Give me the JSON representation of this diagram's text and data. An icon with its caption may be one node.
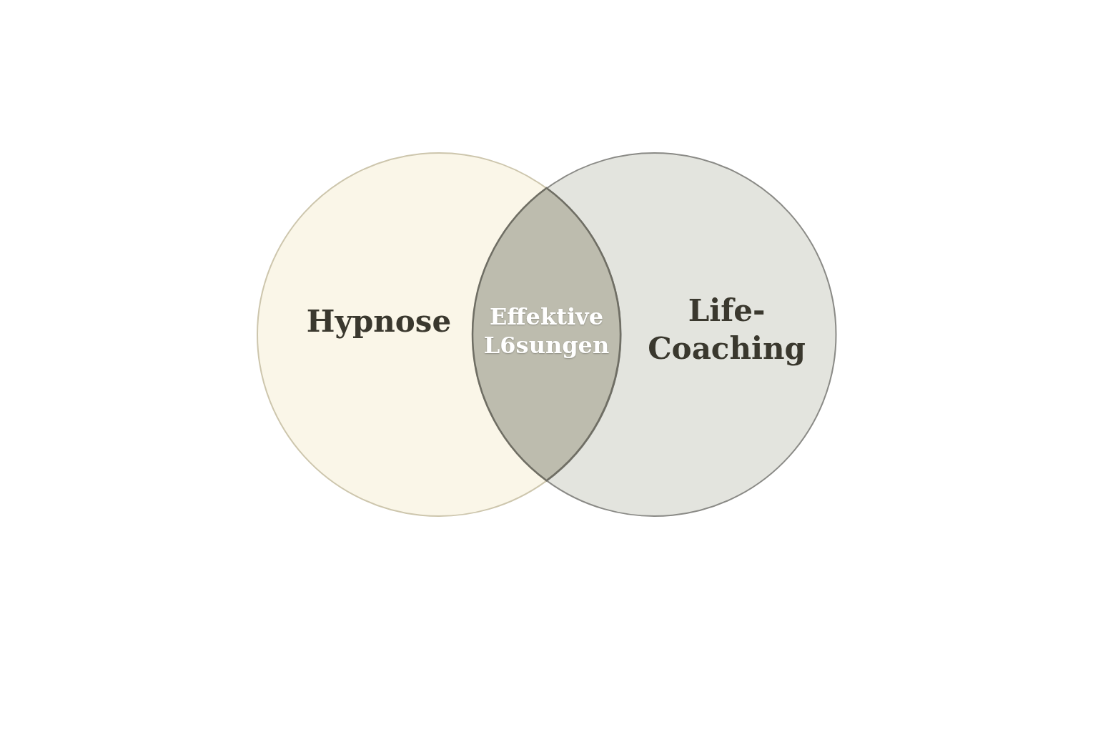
{
  "diagram": {
    "nodes": [
      {
        "text": [
          "Hypnose"
        ]
      },
      {
        "text": [
          "Life-Coaching"
        ]
      },
      {
        "text": [
          "Effektive L6sungen"
        ]
      }
    ]
  }
}
